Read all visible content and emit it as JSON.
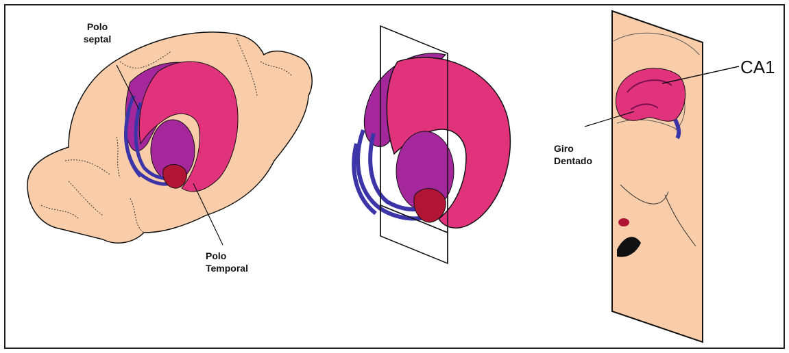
{
  "labels": {
    "polo_septal": [
      "Polo",
      "septal"
    ],
    "polo_temporal": [
      "Polo",
      "Temporal"
    ],
    "giro_dentado": [
      "Giro",
      "Dentado"
    ],
    "ca1": "CA1"
  },
  "colors": {
    "brain": "#F9CDA9",
    "hippocampus_pink": "#E1337B",
    "hippocampus_purple": "#A4289B",
    "fimbria_blue": "#3B35A8",
    "temporal_red": "#B01535",
    "outline": "#111111"
  }
}
